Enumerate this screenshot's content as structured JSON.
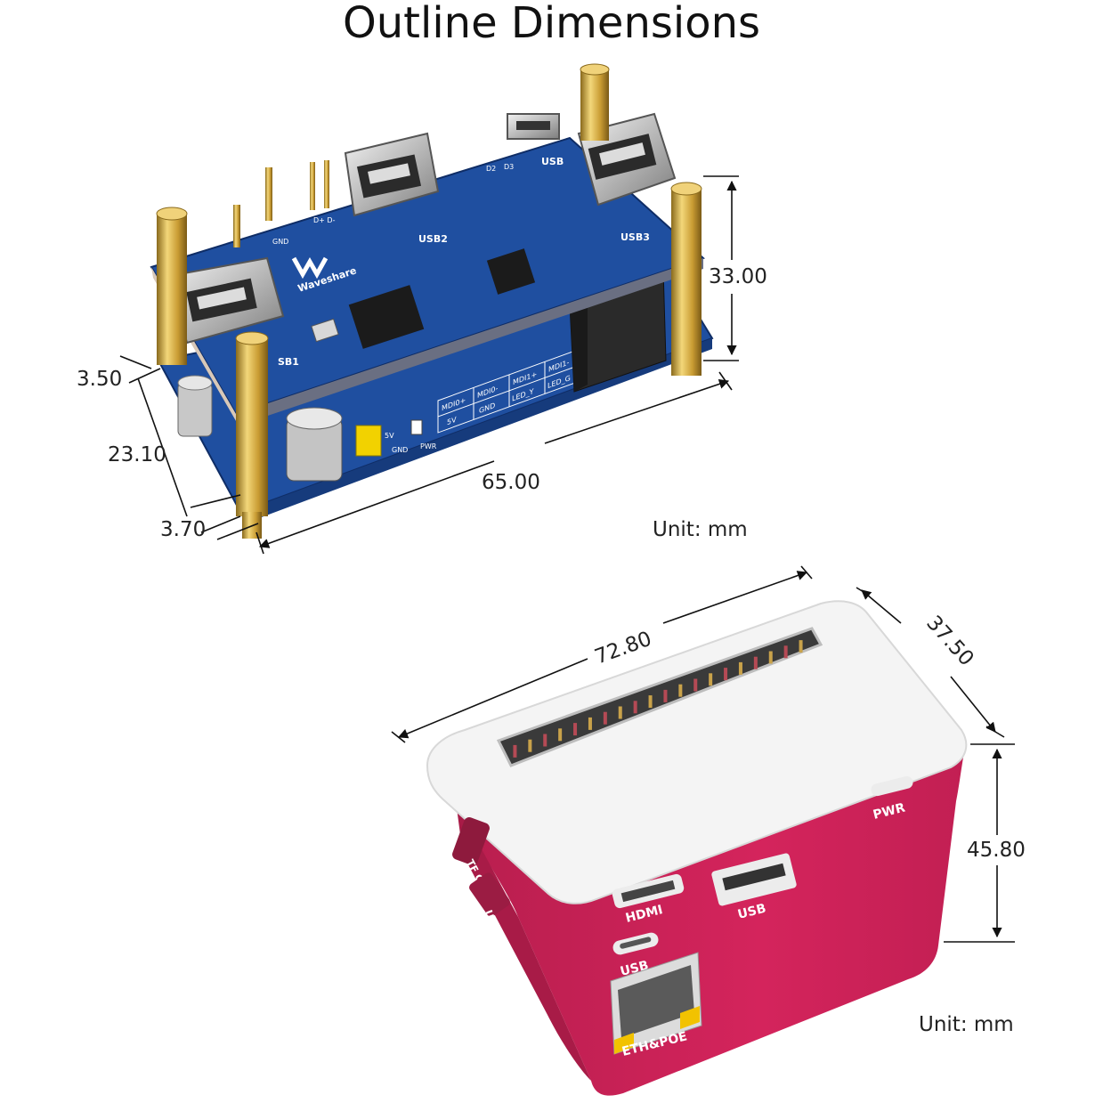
{
  "title": "Outline Dimensions",
  "board": {
    "logo": "Waveshare",
    "silkscreen": {
      "gnd": "GND",
      "dpdm": "D+ D-",
      "usb1": "SB1",
      "usb2": "USB2",
      "usb3": "USB3",
      "usbtop": "USB",
      "d2": "D2",
      "d3": "D3",
      "five_v": "5V",
      "gnd2": "GND",
      "pwr": "PWR",
      "mdi0p": "MDI0+",
      "mdi0m": "MDI0-",
      "mdi1p": "MDI1+",
      "mdi1m": "MDI1-",
      "v5": "5V",
      "gnd3": "GND",
      "led_y": "LED_Y",
      "led_g": "LED_G"
    },
    "dimensions": {
      "height": "33.00",
      "top_offset": "3.50",
      "depth": "23.10",
      "bottom_offset": "3.70",
      "length": "65.00"
    },
    "unit": "Unit: mm"
  },
  "case": {
    "dimensions": {
      "length": "72.80",
      "width": "37.50",
      "height": "45.80"
    },
    "labels": {
      "pwr": "PWR",
      "tf_card": "TF CARD",
      "usb_side": "USB",
      "hdmi": "HDMI",
      "usb_a": "USB",
      "usb_c": "USB",
      "eth": "ETH&POE"
    },
    "colors": {
      "lid": "#f4f4f4",
      "body": "#d4245c"
    },
    "unit": "Unit: mm"
  },
  "colors": {
    "pcb": "#1f4fa0",
    "brass": "#d9b24a"
  }
}
